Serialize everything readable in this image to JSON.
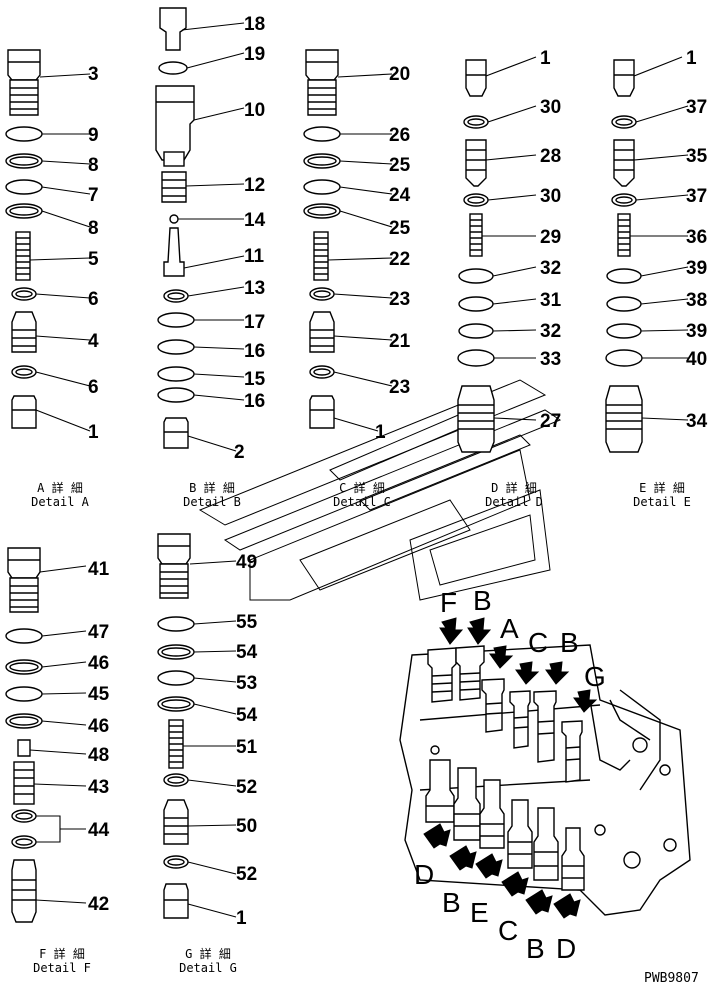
{
  "callouts": [
    "18",
    "19",
    "10",
    "3",
    "20",
    "1",
    "1",
    "9",
    "26",
    "30",
    "37",
    "8",
    "25",
    "28",
    "35",
    "12",
    "7",
    "24",
    "14",
    "30",
    "37",
    "8",
    "25",
    "11",
    "29",
    "36",
    "5",
    "22",
    "32",
    "39",
    "13",
    "6",
    "23",
    "31",
    "38",
    "17",
    "32",
    "39",
    "4",
    "21",
    "16",
    "33",
    "40",
    "15",
    "6",
    "23",
    "16",
    "27",
    "34",
    "1",
    "1",
    "2",
    "41",
    "49",
    "47",
    "55",
    "46",
    "54",
    "45",
    "53",
    "46",
    "54",
    "48",
    "51",
    "43",
    "52",
    "44",
    "50",
    "52",
    "42",
    "1"
  ],
  "details": [
    {
      "jp": "A 詳 細",
      "en": "Detail A"
    },
    {
      "jp": "B 詳 細",
      "en": "Detail B"
    },
    {
      "jp": "C 詳 細",
      "en": "Detail C"
    },
    {
      "jp": "D 詳 細",
      "en": "Detail D"
    },
    {
      "jp": "E 詳 細",
      "en": "Detail E"
    },
    {
      "jp": "F 詳 細",
      "en": "Detail F"
    },
    {
      "jp": "G 詳 細",
      "en": "Detail G"
    }
  ],
  "view_letters": [
    "F",
    "B",
    "A",
    "C",
    "B",
    "G",
    "D",
    "B",
    "E",
    "C",
    "B",
    "D"
  ],
  "drawing_code": "PWB9807"
}
